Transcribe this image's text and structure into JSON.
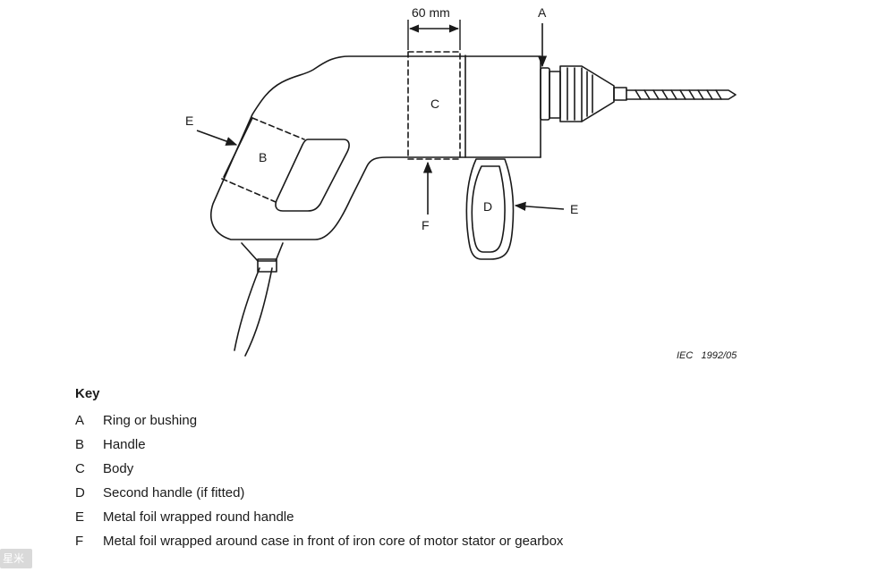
{
  "diagram": {
    "dimension_label": "60 mm",
    "labels": {
      "a": "A",
      "b": "B",
      "c": "C",
      "d": "D",
      "e_left": "E",
      "e_right": "E",
      "f": "F"
    },
    "credit": "IEC   1992/05"
  },
  "key": {
    "title": "Key",
    "items": [
      {
        "letter": "A",
        "text": "Ring or bushing"
      },
      {
        "letter": "B",
        "text": "Handle"
      },
      {
        "letter": "C",
        "text": "Body"
      },
      {
        "letter": "D",
        "text": "Second handle (if fitted)"
      },
      {
        "letter": "E",
        "text": "Metal foil wrapped round handle"
      },
      {
        "letter": "F",
        "text": "Metal foil wrapped around case in front of iron core of motor stator or gearbox"
      }
    ]
  },
  "corner_badge": "星米"
}
